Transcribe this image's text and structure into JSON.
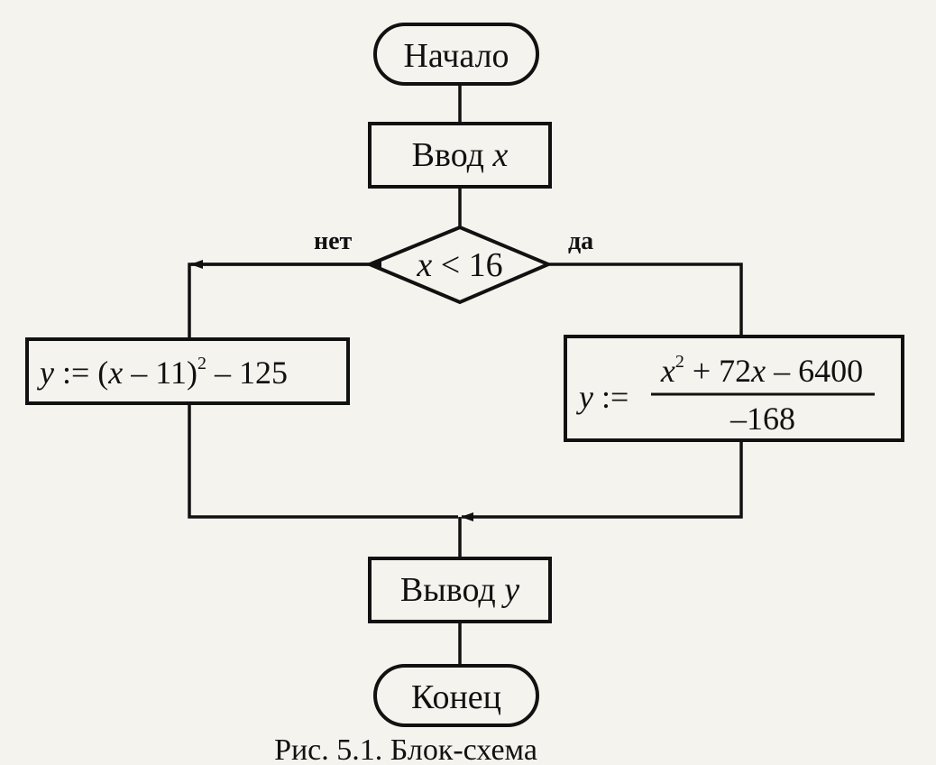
{
  "diagram": {
    "start": "Начало",
    "input": {
      "word": "Ввод",
      "var": "x"
    },
    "condition": {
      "var": "x",
      "op": "<",
      "value": "16"
    },
    "branch_no": "нет",
    "branch_yes": "да",
    "formula_no": {
      "lhs": "y",
      "assign": ":=",
      "open": "(",
      "var": "x",
      "minus": "–",
      "num": "11",
      "close": ")",
      "power": "2",
      "tail": "– 125"
    },
    "formula_yes": {
      "lhs": "y",
      "assign": ":=",
      "num_var": "x",
      "num_power": "2",
      "num_mid": "+ 72",
      "num_var2": "x",
      "num_tail": "– 6400",
      "denominator": "–168"
    },
    "output": {
      "word": "Вывод",
      "var": "y"
    },
    "end": "Конец",
    "caption": "Рис. 5.1. Блок-схема"
  },
  "colors": {
    "ink": "#111111",
    "paper": "#f4f3ee"
  }
}
